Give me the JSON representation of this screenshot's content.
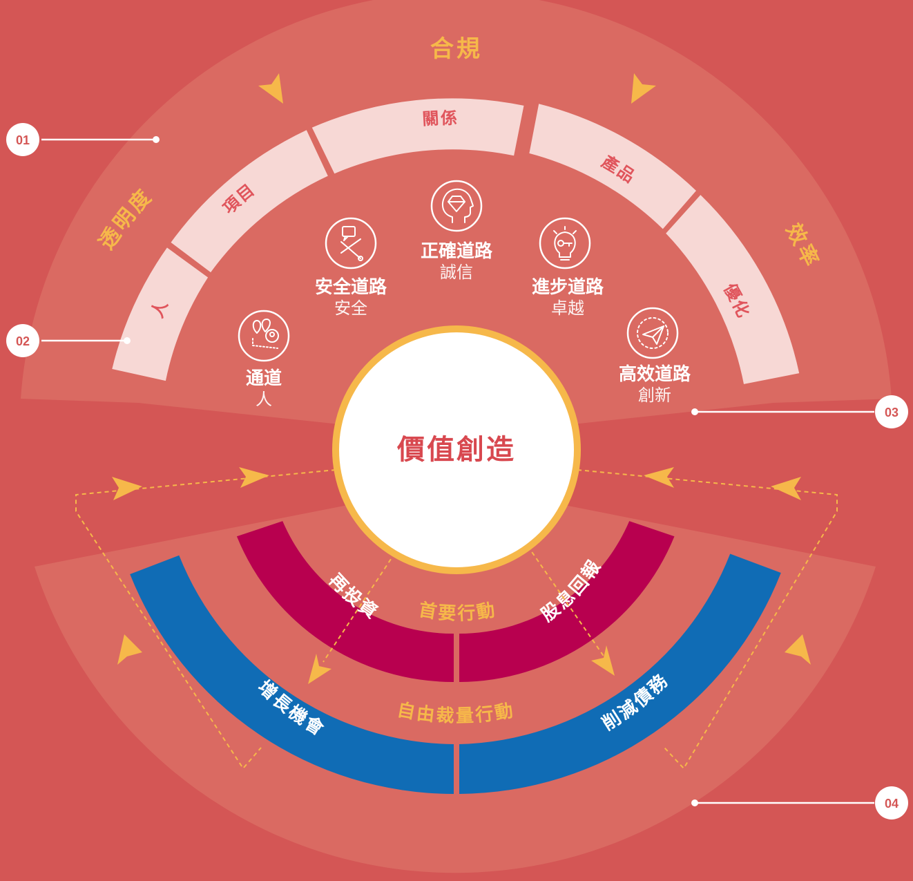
{
  "diagram": {
    "center_label": "價值創造",
    "top_label": "合規",
    "left_wing_label": "透明度",
    "right_wing_label": "效率",
    "segments": [
      "人",
      "項目",
      "關係",
      "產品",
      "優化"
    ],
    "roads": [
      {
        "title": "通道",
        "subtitle": "人"
      },
      {
        "title": "安全道路",
        "subtitle": "安全"
      },
      {
        "title": "正確道路",
        "subtitle": "誠信"
      },
      {
        "title": "進步道路",
        "subtitle": "卓越"
      },
      {
        "title": "高效道路",
        "subtitle": "創新"
      }
    ],
    "primary_action_label": "首要行動",
    "discretionary_action_label": "自由裁量行動",
    "inner_bands": {
      "left": "再投資",
      "right": "股息回報"
    },
    "outer_bands": {
      "left": "增長機會",
      "right": "削減債務"
    },
    "callouts": [
      "01",
      "02",
      "03",
      "04"
    ],
    "colors": {
      "background": "#d45655",
      "halo": "#da6a62",
      "segment": "#f7d8d5",
      "inner_band": "#b8004f",
      "outer_band": "#106cb5",
      "accent": "#f6b84a",
      "center_text": "#d8484f"
    }
  }
}
